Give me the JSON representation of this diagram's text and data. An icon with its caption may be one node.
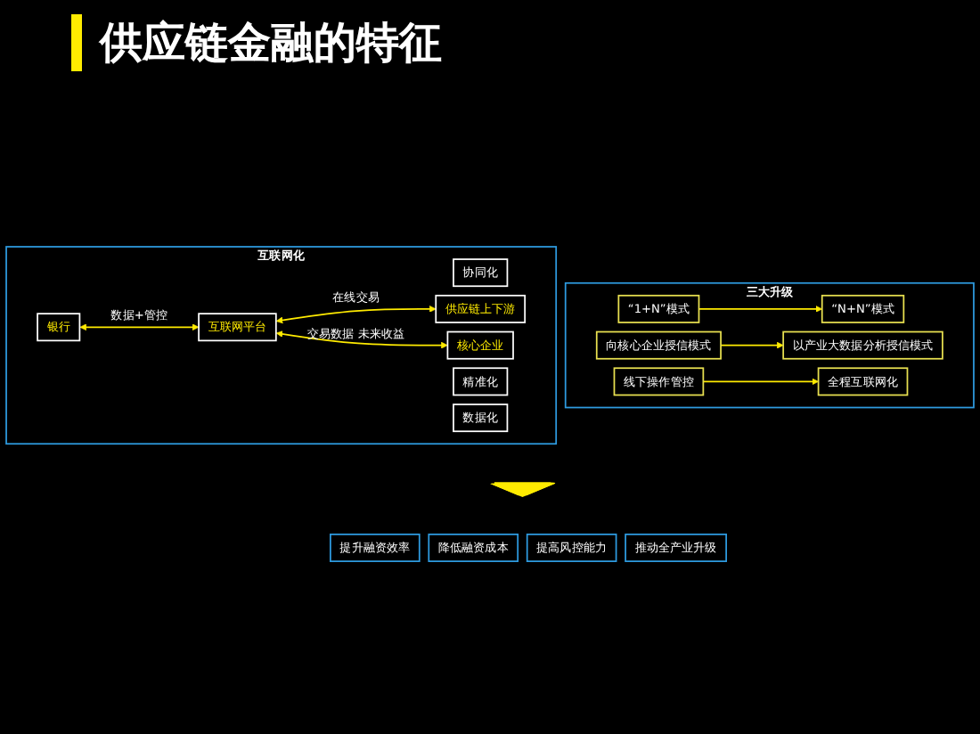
{
  "diagram": {
    "title": "供应链金融的特征",
    "nodes": [
      {
        "text": [
          "互联网化"
        ]
      },
      {
        "text": [
          "协同化"
        ],
        "in": 0
      },
      {
        "text": [
          "精准化"
        ],
        "in": 0
      },
      {
        "text": [
          "数据化"
        ],
        "in": 0
      },
      {
        "text": [
          "银行"
        ],
        "in": 0
      },
      {
        "text": [
          "互联网平台"
        ],
        "in": 0
      },
      {
        "text": [
          "供应链上下游"
        ],
        "in": 0
      },
      {
        "text": [
          "核心企业"
        ],
        "in": 0
      },
      {
        "text": [
          "三大升级"
        ]
      },
      {
        "text": [
          "“1+N”模式"
        ],
        "in": 8
      },
      {
        "text": [
          "“N+N”模式"
        ],
        "in": 8
      },
      {
        "text": [
          "向核心企业授信模式"
        ],
        "in": 8
      },
      {
        "text": [
          "以产业大数据分析授信模式"
        ],
        "in": 8
      },
      {
        "text": [
          "线下操作管控"
        ],
        "in": 8
      },
      {
        "text": [
          "全程互联网化"
        ],
        "in": 8
      },
      {
        "text": [],
        "shape": "bar"
      },
      {
        "text": [
          "提升融资效率"
        ]
      },
      {
        "text": [
          "降低融资成本"
        ]
      },
      {
        "text": [
          "提高风控能力"
        ]
      },
      {
        "text": [
          "推动全产业升级"
        ]
      }
    ],
    "edges": [
      {
        "from": 4,
        "to": 5,
        "arrow": "both",
        "label": "数据+管控"
      },
      {
        "from": 5,
        "to": 6,
        "arrow": "both",
        "label": "在线交易"
      },
      {
        "from": 5,
        "to": 7,
        "arrow": "both",
        "label": "交易数据 未来收益"
      },
      {
        "from": 9,
        "to": 10,
        "arrow": "to"
      },
      {
        "from": 11,
        "to": 12,
        "arrow": "to"
      },
      {
        "from": 13,
        "to": 14,
        "arrow": "to"
      }
    ]
  }
}
